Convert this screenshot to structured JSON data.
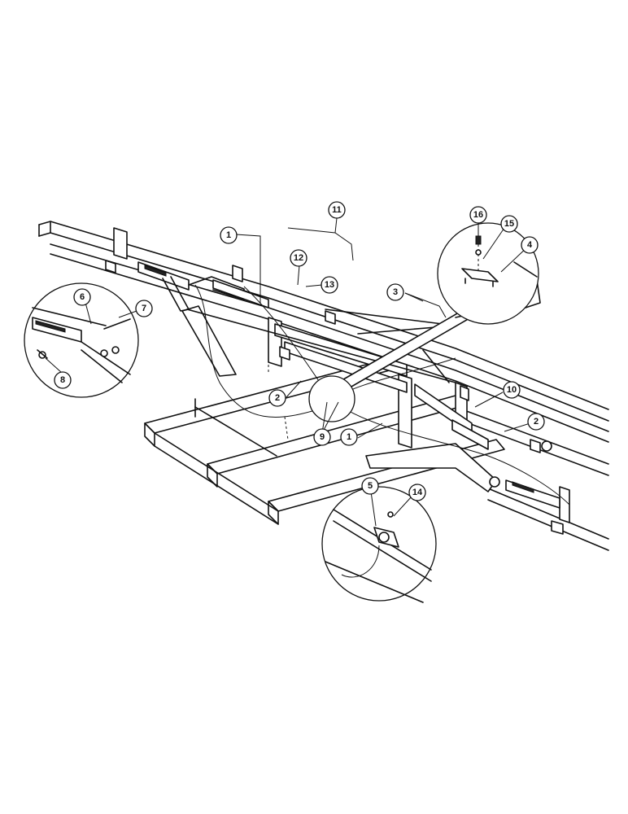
{
  "callouts": [
    "1",
    "1",
    "2",
    "2",
    "3",
    "4",
    "5",
    "6",
    "7",
    "8",
    "9",
    "10",
    "11",
    "12",
    "13",
    "14",
    "15",
    "16"
  ]
}
